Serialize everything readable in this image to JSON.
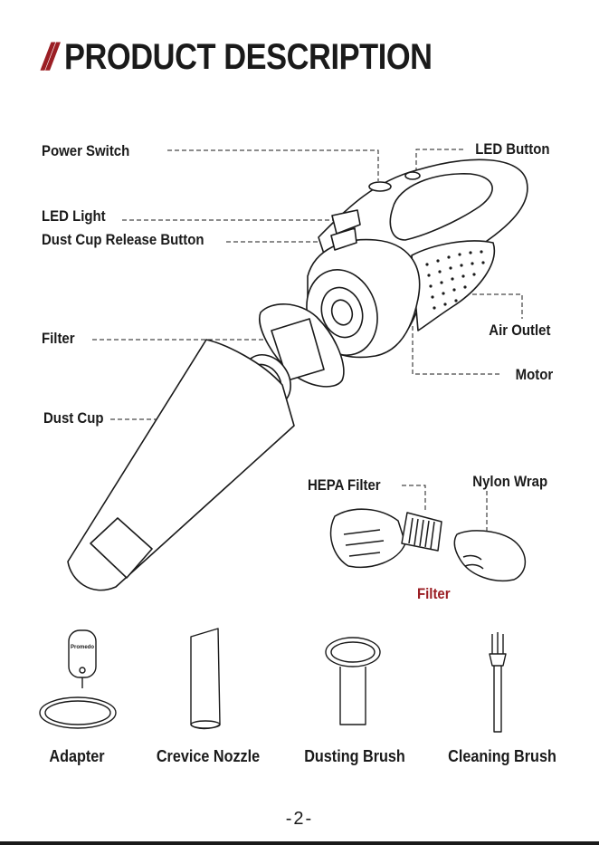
{
  "header": {
    "title": "PRODUCT DESCRIPTION",
    "marker": "//"
  },
  "parts": {
    "power_switch": "Power Switch",
    "led_button": "LED Button",
    "led_light": "LED Light",
    "dust_cup_release": "Dust Cup Release Button",
    "filter": "Filter",
    "air_outlet": "Air Outlet",
    "motor": "Motor",
    "dust_cup": "Dust Cup"
  },
  "filter_detail": {
    "hepa": "HEPA Filter",
    "nylon": "Nylon Wrap",
    "caption": "Filter"
  },
  "accessories": {
    "adapter": "Adapter",
    "adapter_brand": "Promedo",
    "crevice": "Crevice Nozzle",
    "dusting": "Dusting Brush",
    "cleaning": "Cleaning Brush"
  },
  "footer": {
    "page": "-2-"
  },
  "colors": {
    "accent": "#9b1e24",
    "ink": "#1a1a1a"
  }
}
